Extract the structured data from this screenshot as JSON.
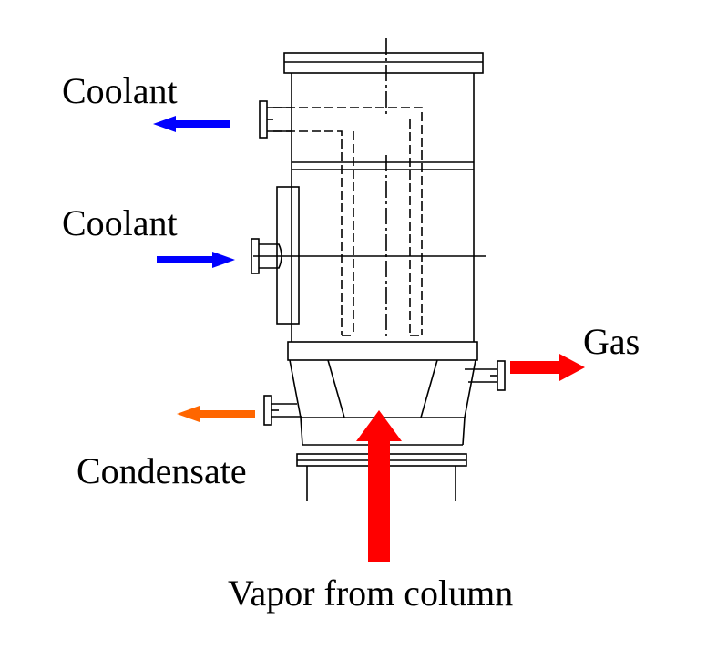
{
  "labels": {
    "coolant_out": "Coolant",
    "coolant_in": "Coolant",
    "gas": "Gas",
    "condensate": "Condensate",
    "vapor": "Vapor from column"
  },
  "colors": {
    "coolant_arrow": "#0000ff",
    "gas_arrow": "#ff0000",
    "condensate_arrow": "#ff6600",
    "vapor_arrow": "#ff0000",
    "line": "#000000"
  }
}
